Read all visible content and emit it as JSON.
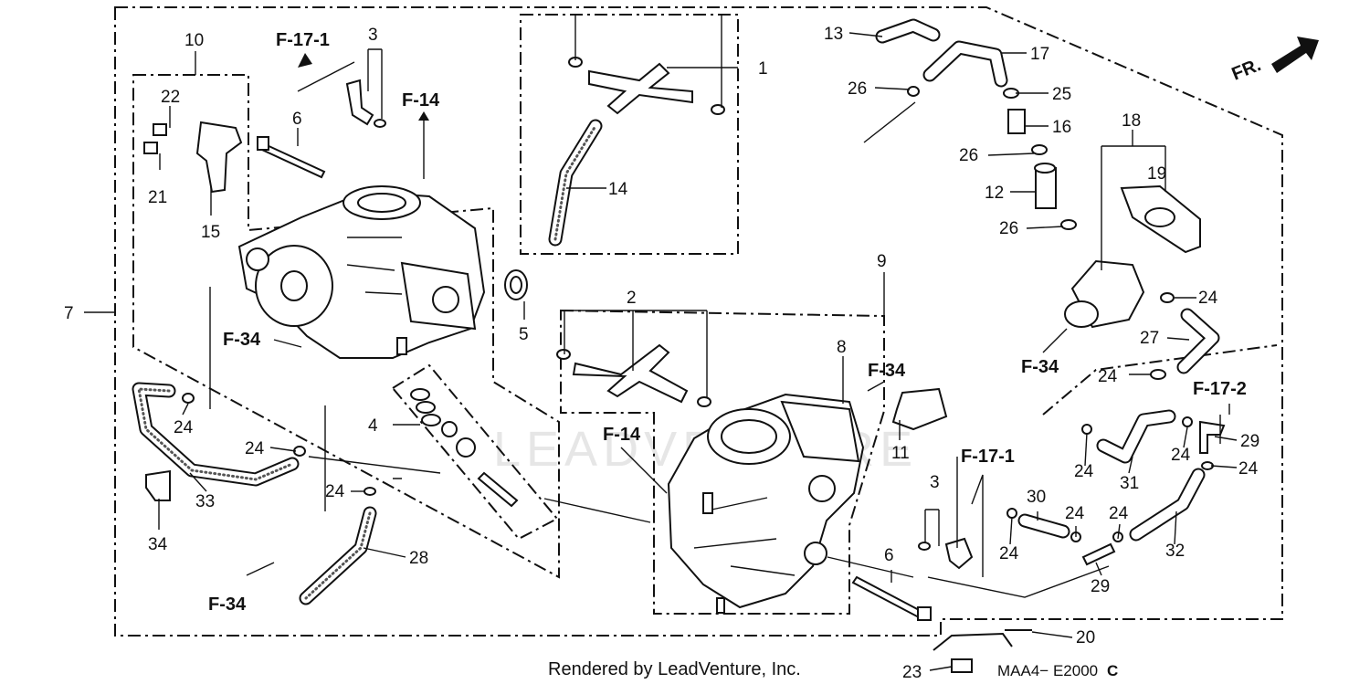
{
  "diagram": {
    "direction_label": "FR.",
    "footer_credit": "Rendered by LeadVenture, Inc.",
    "diagram_code": "MAA4− E2000",
    "diagram_code_suffix": "C",
    "watermark": "LEADVENTURE",
    "callouts": [
      "1",
      "2",
      "3",
      "4",
      "5",
      "6",
      "7",
      "8",
      "9",
      "10",
      "11",
      "12",
      "13",
      "14",
      "15",
      "16",
      "17",
      "18",
      "19",
      "20",
      "21",
      "22",
      "23",
      "24",
      "25",
      "26",
      "27",
      "28",
      "29",
      "30",
      "31",
      "32",
      "33",
      "34"
    ],
    "references": {
      "f17_1": "F-17-1",
      "f17_2": "F-17-2",
      "f14": "F-14",
      "f34": "F-34"
    }
  }
}
